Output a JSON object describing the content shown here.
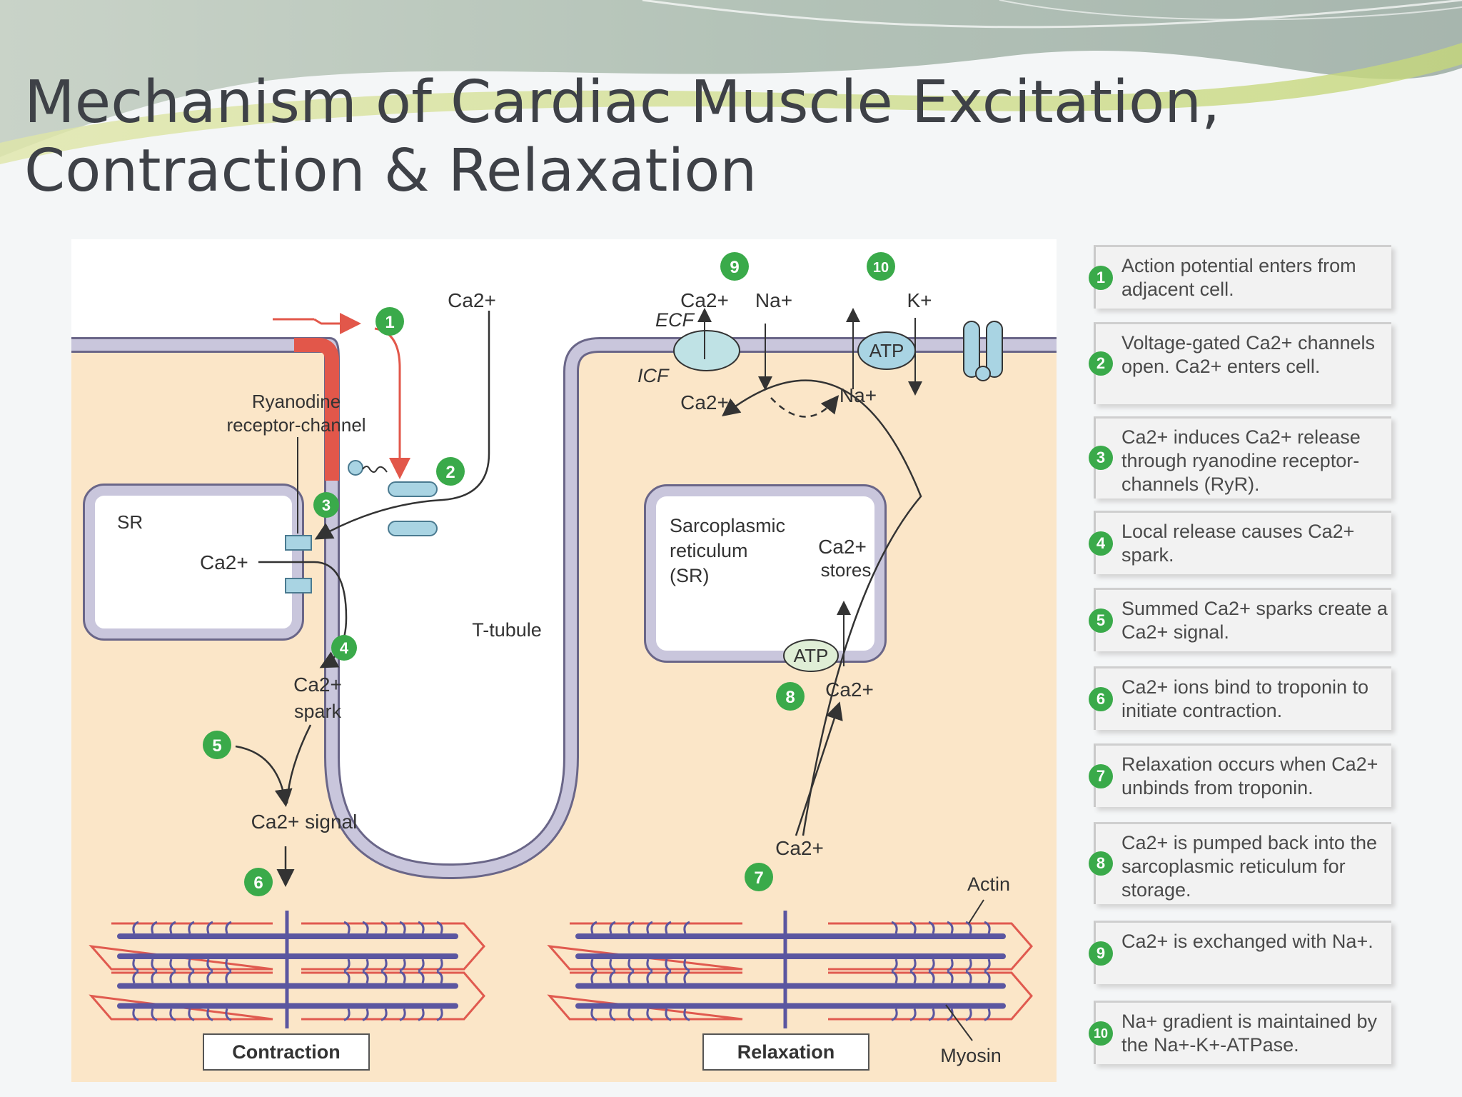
{
  "slide": {
    "title_line1": "Mechanism of Cardiac Muscle Excitation,",
    "title_line2": "Contraction & Relaxation"
  },
  "colors": {
    "cell_bg": "#fbe6c8",
    "membrane": "#c9c6dc",
    "membrane_edge": "#6a6688",
    "depolarized_membrane": "#e2574a",
    "channel": "#a9d4e3",
    "step_badge": "#3aaa4a",
    "actin": "#e05a4f",
    "myosin": "#5b56a0"
  },
  "diagram": {
    "labels": {
      "ca_entry": "Ca2+",
      "ecf": "ECF",
      "icf": "ICF",
      "ryanodine_line1": "Ryanodine",
      "ryanodine_line2": "receptor-channel",
      "sr_short": "SR",
      "ca_in_sr": "Ca2+",
      "ttubule": "T-tubule",
      "sarco_line1": "Sarcoplasmic",
      "sarco_line2": "reticulum",
      "sarco_line3": "(SR)",
      "stores_ca": "Ca2+",
      "stores": "stores",
      "atp_sr": "ATP",
      "atp_pump": "ATP",
      "exch_ca_out": "Ca2+",
      "exch_na_out": "Na+",
      "exch_ca_in": "Ca2+",
      "pump_k": "K+",
      "pump_na_in": "Na+",
      "spark_ca": "Ca2+",
      "spark": "spark",
      "signal": "Ca2+ signal",
      "pumped_ca": "Ca2+",
      "released_ca": "Ca2+",
      "actin": "Actin",
      "myosin": "Myosin",
      "contraction": "Contraction",
      "relaxation": "Relaxation"
    },
    "steps": [
      "1",
      "2",
      "3",
      "4",
      "5",
      "6",
      "7",
      "8",
      "9",
      "10"
    ]
  },
  "legend": [
    {
      "num": "1",
      "text": "Action potential enters from adjacent cell."
    },
    {
      "num": "2",
      "text": "Voltage-gated Ca2+ channels open. Ca2+ enters cell."
    },
    {
      "num": "3",
      "text": "Ca2+ induces Ca2+ release through ryanodine receptor-channels (RyR)."
    },
    {
      "num": "4",
      "text": "Local release causes Ca2+ spark."
    },
    {
      "num": "5",
      "text": "Summed Ca2+ sparks create a Ca2+ signal."
    },
    {
      "num": "6",
      "text": "Ca2+ ions bind to troponin to initiate contraction."
    },
    {
      "num": "7",
      "text": "Relaxation occurs when Ca2+ unbinds from troponin."
    },
    {
      "num": "8",
      "text": "Ca2+ is pumped back into the sarcoplasmic reticulum for storage."
    },
    {
      "num": "9",
      "text": "Ca2+ is exchanged with Na+."
    },
    {
      "num": "10",
      "text": "Na+ gradient is maintained by the Na+-K+-ATPase."
    }
  ]
}
